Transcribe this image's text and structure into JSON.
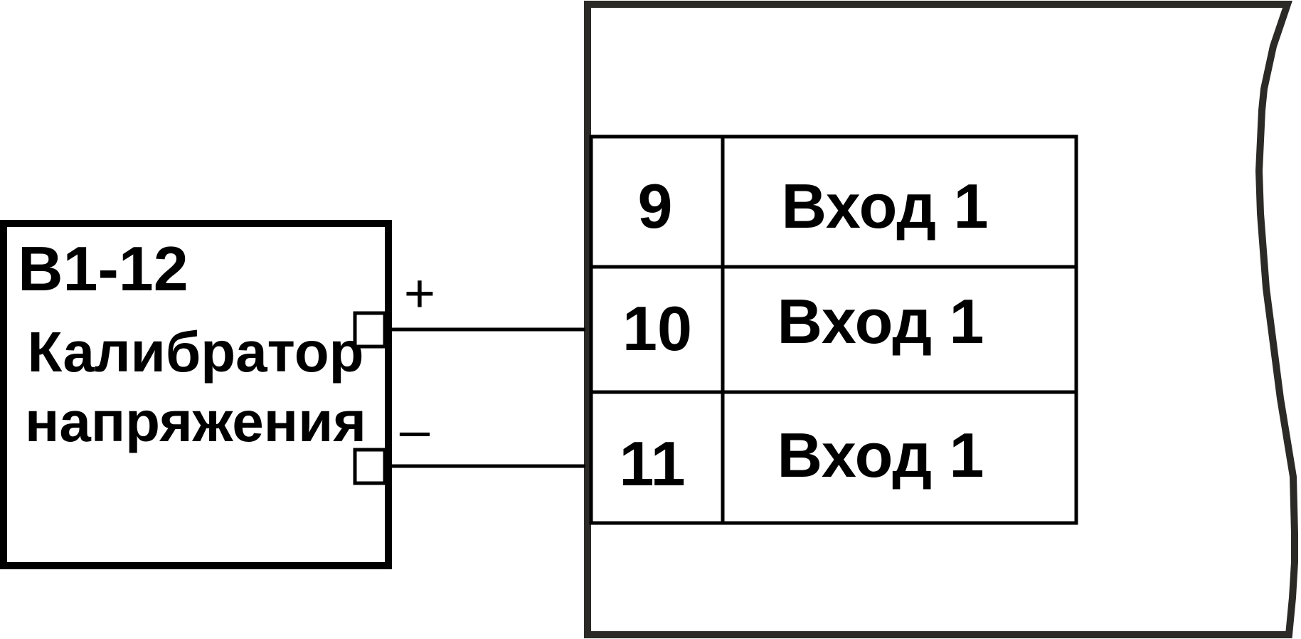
{
  "calibrator": {
    "model": "В1-12",
    "name_line1": "Калибратор",
    "name_line2": "напряжения",
    "plus_sign": "+",
    "minus_sign": "–"
  },
  "device": {
    "terminals": [
      {
        "number": "9",
        "label": "Вход 1"
      },
      {
        "number": "10",
        "label": "Вход 1"
      },
      {
        "number": "11",
        "label": "Вход 1"
      }
    ]
  },
  "colors": {
    "line": "#000000",
    "device_border": "#2b2a26",
    "background": "#ffffff"
  }
}
